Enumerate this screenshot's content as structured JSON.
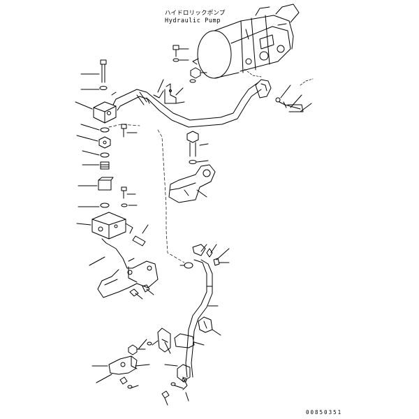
{
  "title_jp": "ハイドロリックポンプ",
  "title_en": "Hydraulic Pump",
  "drawing_number": "00850351",
  "colors": {
    "line": "#000000",
    "background": "#ffffff"
  }
}
